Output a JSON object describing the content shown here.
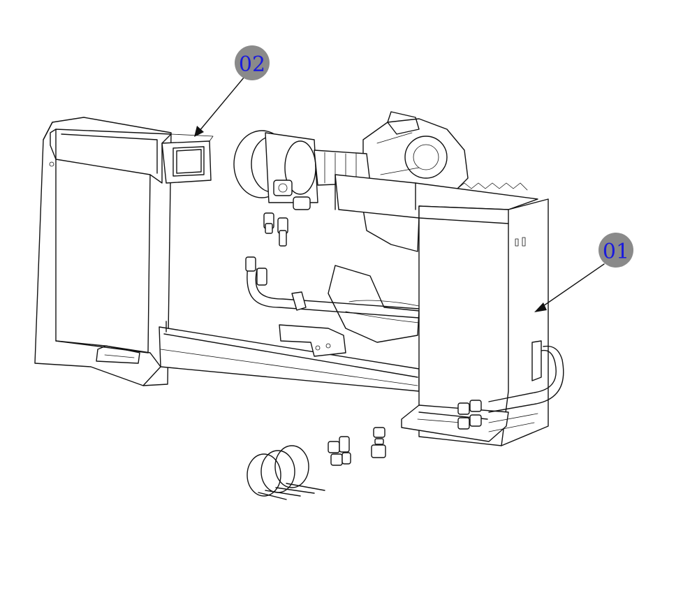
{
  "callouts": [
    {
      "id": "callout-02",
      "label": "02"
    },
    {
      "id": "callout-01",
      "label": "01"
    }
  ],
  "colors": {
    "balloon_fill": "#8a8a8a",
    "balloon_text": "#1a1adc",
    "line": "#111111",
    "background": "#ffffff"
  }
}
